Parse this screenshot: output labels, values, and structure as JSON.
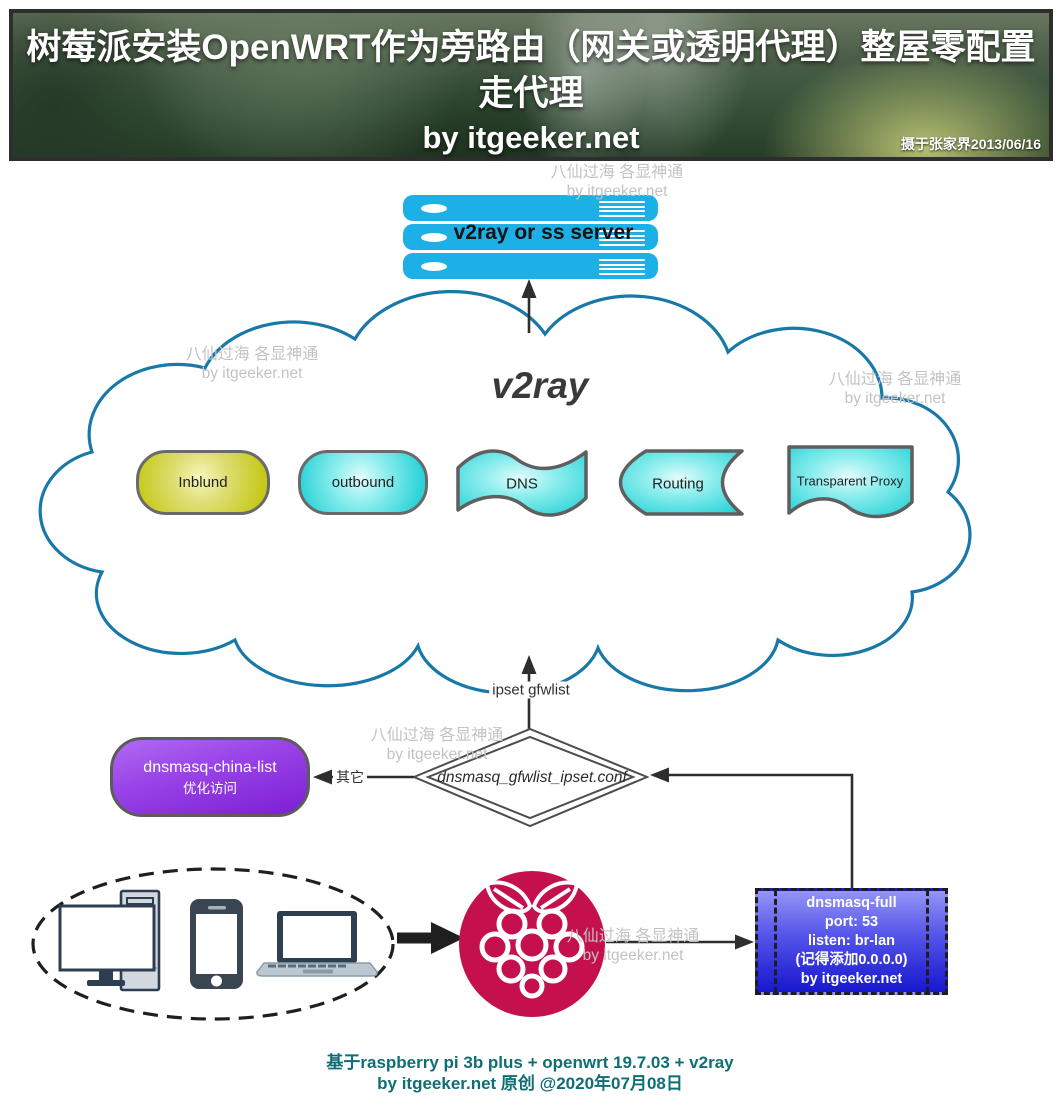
{
  "banner": {
    "title_line1": "树莓派安装OpenWRT作为旁路由（网关或透明代理）整屋零配置走代理",
    "title_line2": "by itgeeker.net",
    "photo_caption": "摄于张家界2013/06/16"
  },
  "server": {
    "label": "v2ray or ss server",
    "icon": "server-stack-icon"
  },
  "cloud": {
    "title": "v2ray",
    "nodes": [
      {
        "label": "Inblund",
        "shape": "rounded-pill",
        "fill": "#c6c91a"
      },
      {
        "label": "outbound",
        "shape": "rounded-pill",
        "fill": "#2bd3d8"
      },
      {
        "label": "DNS",
        "shape": "wave-flag",
        "fill": "#2bd3d8"
      },
      {
        "label": "Routing",
        "shape": "direct-access",
        "fill": "#2bd3d8"
      },
      {
        "label": "Transparent Proxy",
        "shape": "document",
        "fill": "#2bd3d8"
      }
    ]
  },
  "flow": {
    "ipset_label": "ipset gfwlist",
    "decision_label": "dnsmasq_gfwlist_ipset.conf",
    "other_label": "其它"
  },
  "china_list_box": {
    "line1": "dnsmasq-china-list",
    "line2": "优化访问"
  },
  "dnsmasq_box": {
    "lines": [
      "dnsmasq-full",
      "port: 53",
      "listen: br-lan",
      "(记得添加0.0.0.0)",
      "by itgeeker.net"
    ]
  },
  "devices": {
    "group": "lan-devices",
    "icons": [
      "desktop-icon",
      "smartphone-icon",
      "laptop-icon"
    ],
    "router_icon": "raspberry-pi-logo"
  },
  "watermark": {
    "line1": "八仙过海 各显神通",
    "line2": "by itgeeker.net"
  },
  "footer": {
    "line1": "基于raspberry pi 3b plus + openwrt 19.7.03 + v2ray",
    "line2": "by itgeeker.net 原创 @2020年07月08日"
  },
  "colors": {
    "server_blue": "#1cb0e6",
    "cloud_stroke": "#1878a8",
    "cyan_node": "#2bd3d8",
    "yellow_node": "#c6c91a",
    "purple_box": "#7c1fd4",
    "dnsmasq_blue": "#1717ce",
    "rpi_red": "#c4104c",
    "footer_teal": "#0d6e73",
    "watermark_gray": "#c3c3c3"
  }
}
